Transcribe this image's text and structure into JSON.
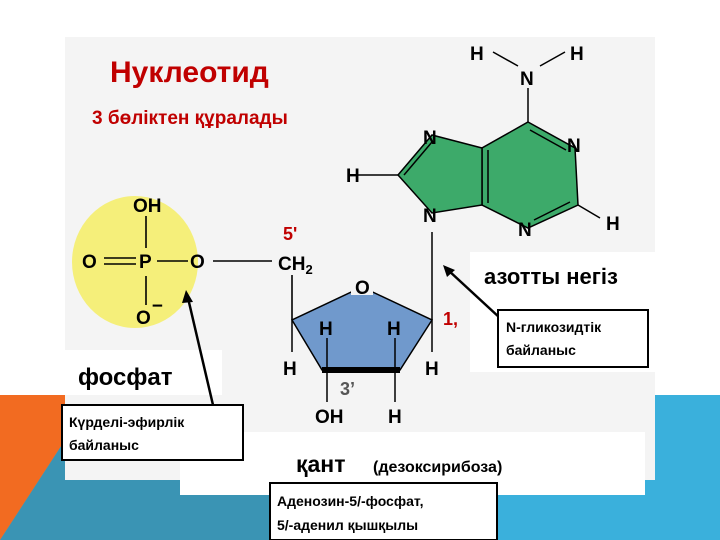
{
  "title": "Нуклеотид",
  "subtitle": "3 бөліктен құралады",
  "phosphate": {
    "oh": "OH",
    "p": "P",
    "o_left": "O",
    "o_right": "O",
    "o_minus": "O",
    "minus": "−",
    "label": "фосфат"
  },
  "sugar": {
    "ch2": "CH",
    "ch2_sub": "2",
    "ring_o": "O",
    "h1": "H",
    "h2": "H",
    "h_left": "H",
    "h_right": "H",
    "oh": "OH",
    "h_bottom": "H",
    "pos5": "5",
    "pos5_prime": "'",
    "pos1": "1",
    "pos1_prime": ",",
    "pos3": "3’",
    "label": "қант",
    "label_note": "(дезоксирибоза)"
  },
  "base": {
    "h_amino_left": "H",
    "h_amino_right": "H",
    "n_amino": "N",
    "n7": "N",
    "n1": "N",
    "n9": "N",
    "n3": "N",
    "h8": "H",
    "h2": "H",
    "label": "азотты негіз"
  },
  "callouts": {
    "glycosidic": [
      "N-гликозидтік",
      "байланыс"
    ],
    "ester": [
      "Күрделі-эфирлік",
      "байланыс"
    ],
    "adenosine": [
      "Аденозин-5/-фосфат,",
      "5/-аденил қышқылы"
    ]
  },
  "colors": {
    "red": "#c00000",
    "phosphate": "#f5ef7a",
    "sugar": "#7099cc",
    "base": "#3daa6a",
    "orange": "#f26b21",
    "blue": "#3ab0dc"
  }
}
